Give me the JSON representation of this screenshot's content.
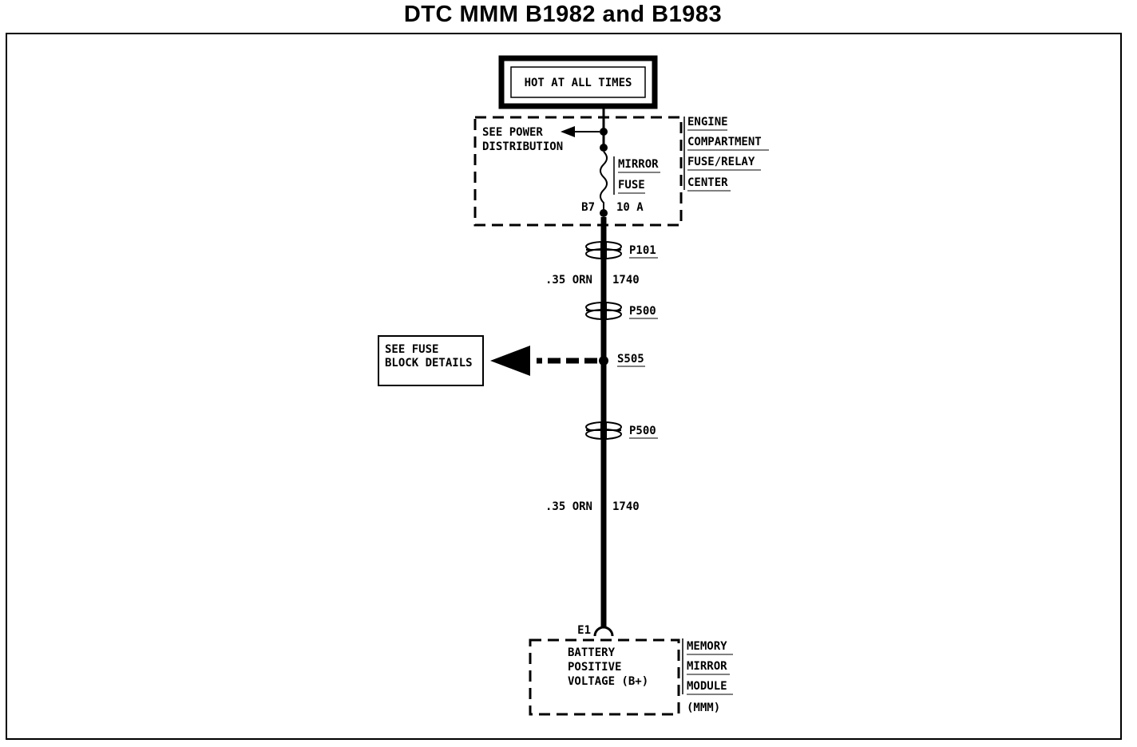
{
  "title": "DTC MMM B1982 and B1983",
  "power_label": "HOT AT ALL TIMES",
  "fuse_center": {
    "label_lines": [
      "ENGINE",
      "COMPARTMENT",
      "FUSE/RELAY",
      "CENTER"
    ],
    "see_power_lines": [
      "SEE POWER",
      "DISTRIBUTION"
    ],
    "fuse_name_lines": [
      "MIRROR",
      "FUSE"
    ],
    "fuse_rating": "10 A",
    "terminal": "B7"
  },
  "connectors": {
    "p101": "P101",
    "p500_top": "P500",
    "splice": "S505",
    "p500_bottom": "P500"
  },
  "wire_upper": {
    "gauge_color": ".35 ORN",
    "circuit": "1740"
  },
  "wire_lower": {
    "gauge_color": ".35 ORN",
    "circuit": "1740"
  },
  "fuse_block_ref_lines": [
    "SEE FUSE",
    "BLOCK DETAILS"
  ],
  "module": {
    "terminal": "E1",
    "function_lines": [
      "BATTERY",
      "POSITIVE",
      "VOLTAGE (B+)"
    ],
    "label_lines": [
      "MEMORY",
      "MIRROR",
      "MODULE",
      "(MMM)"
    ]
  }
}
